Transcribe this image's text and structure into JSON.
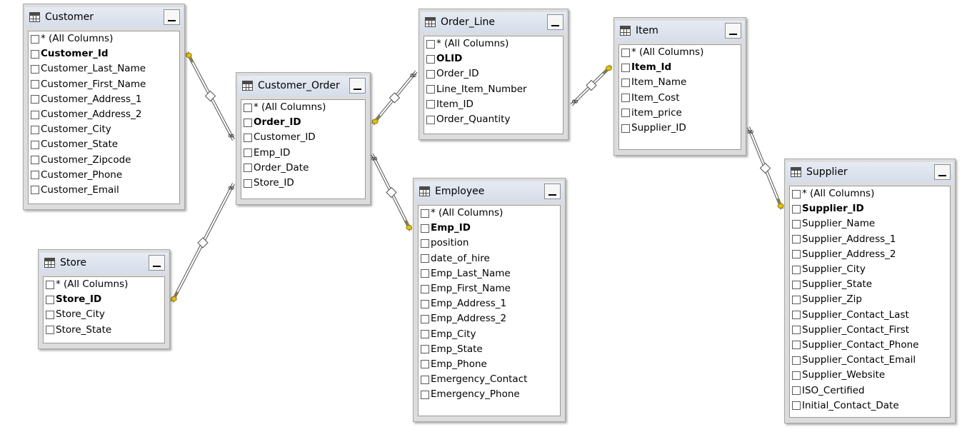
{
  "colors": {
    "background": "#ffffff",
    "table_frame": "#dcdcdc",
    "header_bar": "#dde3ee",
    "relationship_line": "#555555",
    "key_symbol": "#e5c100"
  },
  "tables": [
    {
      "id": "customer",
      "title": "Customer",
      "icon": "table-icon",
      "columns": [
        "* (All Columns)",
        "Customer_Id",
        "Customer_Last_Name",
        "Customer_First_Name",
        "Customer_Address_1",
        "Customer_Address_2",
        "Customer_City",
        "Customer_State",
        "Customer_Zipcode",
        "Customer_Phone",
        "Customer_Email"
      ],
      "primary_key": "Customer_Id"
    },
    {
      "id": "customer-order",
      "title": "Customer_Order",
      "icon": "table-icon",
      "columns": [
        "* (All Columns)",
        "Order_ID",
        "Customer_ID",
        "Emp_ID",
        "Order_Date",
        "Store_ID"
      ],
      "primary_key": "Order_ID"
    },
    {
      "id": "order-line",
      "title": "Order_Line",
      "icon": "table-icon",
      "columns": [
        "* (All Columns)",
        "OLID",
        "Order_ID",
        "Line_Item_Number",
        "Item_ID",
        "Order_Quantity"
      ],
      "primary_key": "OLID"
    },
    {
      "id": "item",
      "title": "Item",
      "icon": "table-icon",
      "columns": [
        "* (All Columns)",
        "Item_Id",
        "Item_Name",
        "Item_Cost",
        "item_price",
        "Supplier_ID"
      ],
      "primary_key": "Item_Id"
    },
    {
      "id": "store",
      "title": "Store",
      "icon": "table-icon",
      "columns": [
        "* (All Columns)",
        "Store_ID",
        "Store_City",
        "Store_State"
      ],
      "primary_key": "Store_ID"
    },
    {
      "id": "employee",
      "title": "Employee",
      "icon": "table-icon",
      "columns": [
        "* (All Columns)",
        "Emp_ID",
        "position",
        "date_of_hire",
        "Emp_Last_Name",
        "Emp_First_Name",
        "Emp_Address_1",
        "Emp_Address_2",
        "Emp_City",
        "Emp_State",
        "Emp_Phone",
        "Emergency_Contact",
        "Emergency_Phone"
      ],
      "primary_key": "Emp_ID"
    },
    {
      "id": "supplier",
      "title": "Supplier",
      "icon": "table-icon",
      "columns": [
        "* (All Columns)",
        "Supplier_ID",
        "Supplier_Name",
        "Supplier_Address_1",
        "Supplier_Address_2",
        "Supplier_City",
        "Supplier_State",
        "Supplier_Zip",
        "Supplier_Contact_Last",
        "Supplier_Contact_First",
        "Supplier_Contact_Phone",
        "Supplier_Contact_Email",
        "Supplier_Website",
        "ISO_Certified",
        "Initial_Contact_Date"
      ],
      "primary_key": "Supplier_ID"
    }
  ],
  "relationships": [
    {
      "id": "customer-to-order",
      "from": "Customer",
      "to": "Customer_Order",
      "key_side": "Customer",
      "many_side": "Customer_Order"
    },
    {
      "id": "store-to-order",
      "from": "Store",
      "to": "Customer_Order",
      "key_side": "Store",
      "many_side": "Customer_Order"
    },
    {
      "id": "order-to-orderline",
      "from": "Customer_Order",
      "to": "Order_Line",
      "key_side": "Customer_Order",
      "many_side": "Order_Line"
    },
    {
      "id": "employee-to-order",
      "from": "Employee",
      "to": "Customer_Order",
      "key_side": "Employee",
      "many_side": "Customer_Order"
    },
    {
      "id": "item-to-orderline",
      "from": "Item",
      "to": "Order_Line",
      "key_side": "Item",
      "many_side": "Order_Line"
    },
    {
      "id": "supplier-to-item",
      "from": "Supplier",
      "to": "Item",
      "key_side": "Supplier",
      "many_side": "Item"
    }
  ]
}
